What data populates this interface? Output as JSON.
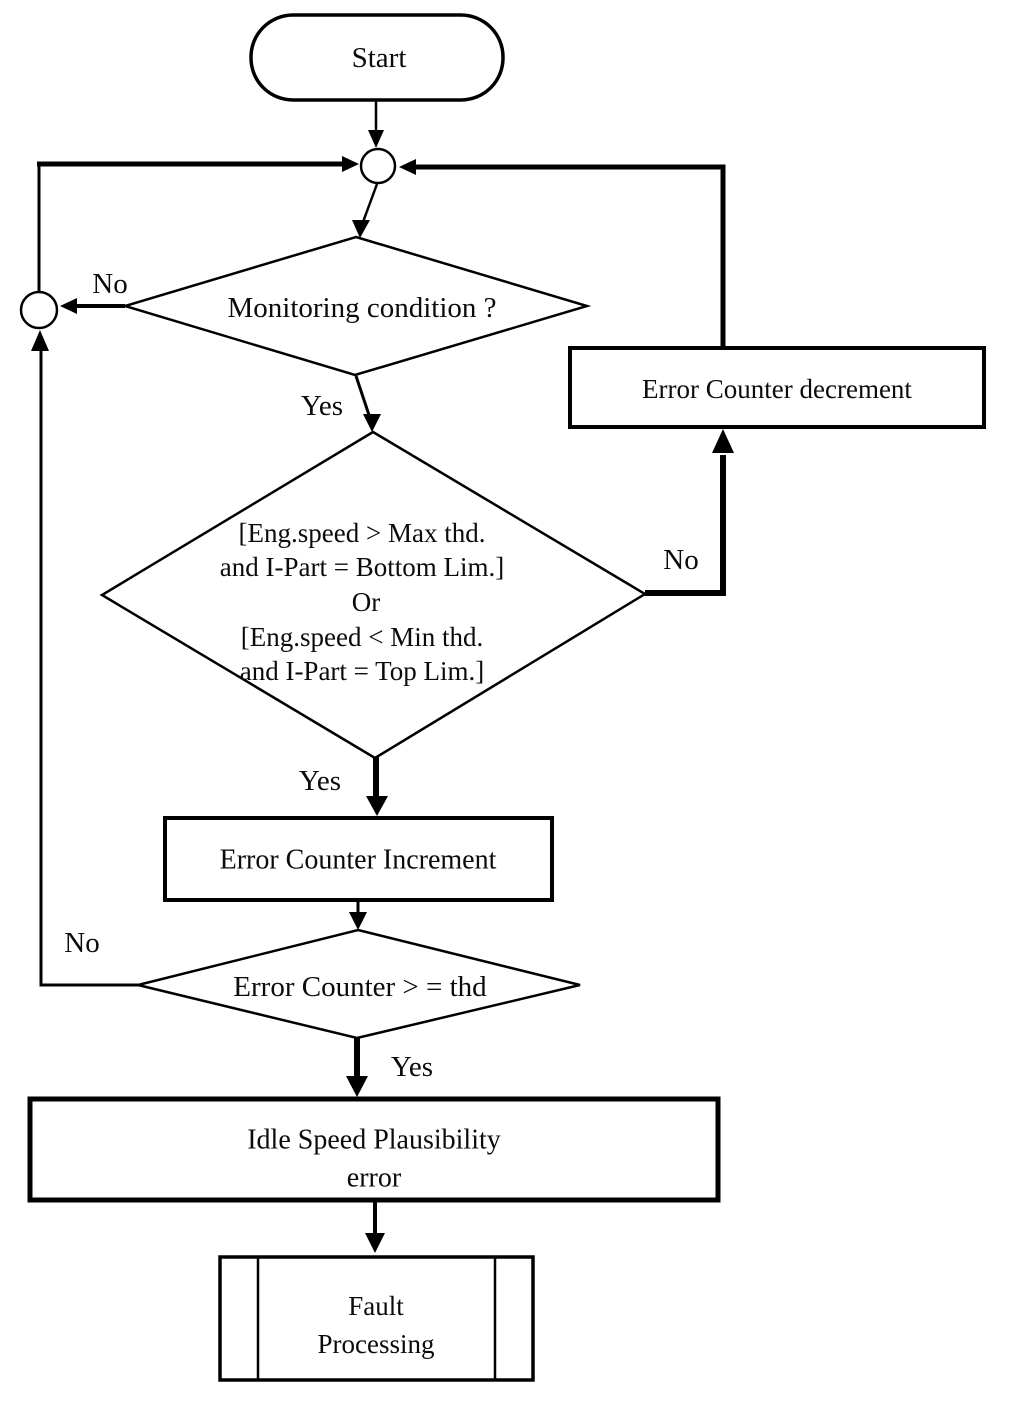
{
  "flowchart": {
    "nodes": {
      "start": {
        "type": "terminator",
        "label": "Start"
      },
      "monitoring": {
        "type": "decision",
        "label": "Monitoring condition ?"
      },
      "speed_check": {
        "type": "decision",
        "line1": "[Eng.speed > Max thd.",
        "line2": "and I-Part = Bottom Lim.]",
        "line3": "Or",
        "line4": "[Eng.speed < Min thd.",
        "line5": "and I-Part = Top Lim.]"
      },
      "decrement": {
        "type": "process",
        "label": "Error Counter decrement"
      },
      "increment": {
        "type": "process",
        "label": "Error Counter Increment"
      },
      "threshold": {
        "type": "decision",
        "label": "Error Counter > = thd"
      },
      "idle_error": {
        "type": "process",
        "line1": "Idle Speed Plausibility",
        "line2": "error"
      },
      "fault": {
        "type": "predefined_process",
        "line1": "Fault",
        "line2": "Processing"
      }
    },
    "edge_labels": {
      "monitoring_no": "No",
      "monitoring_yes": "Yes",
      "speed_no": "No",
      "speed_yes": "Yes",
      "threshold_no": "No",
      "threshold_yes": "Yes"
    },
    "colors": {
      "stroke": "#000000",
      "background": "#ffffff"
    }
  }
}
